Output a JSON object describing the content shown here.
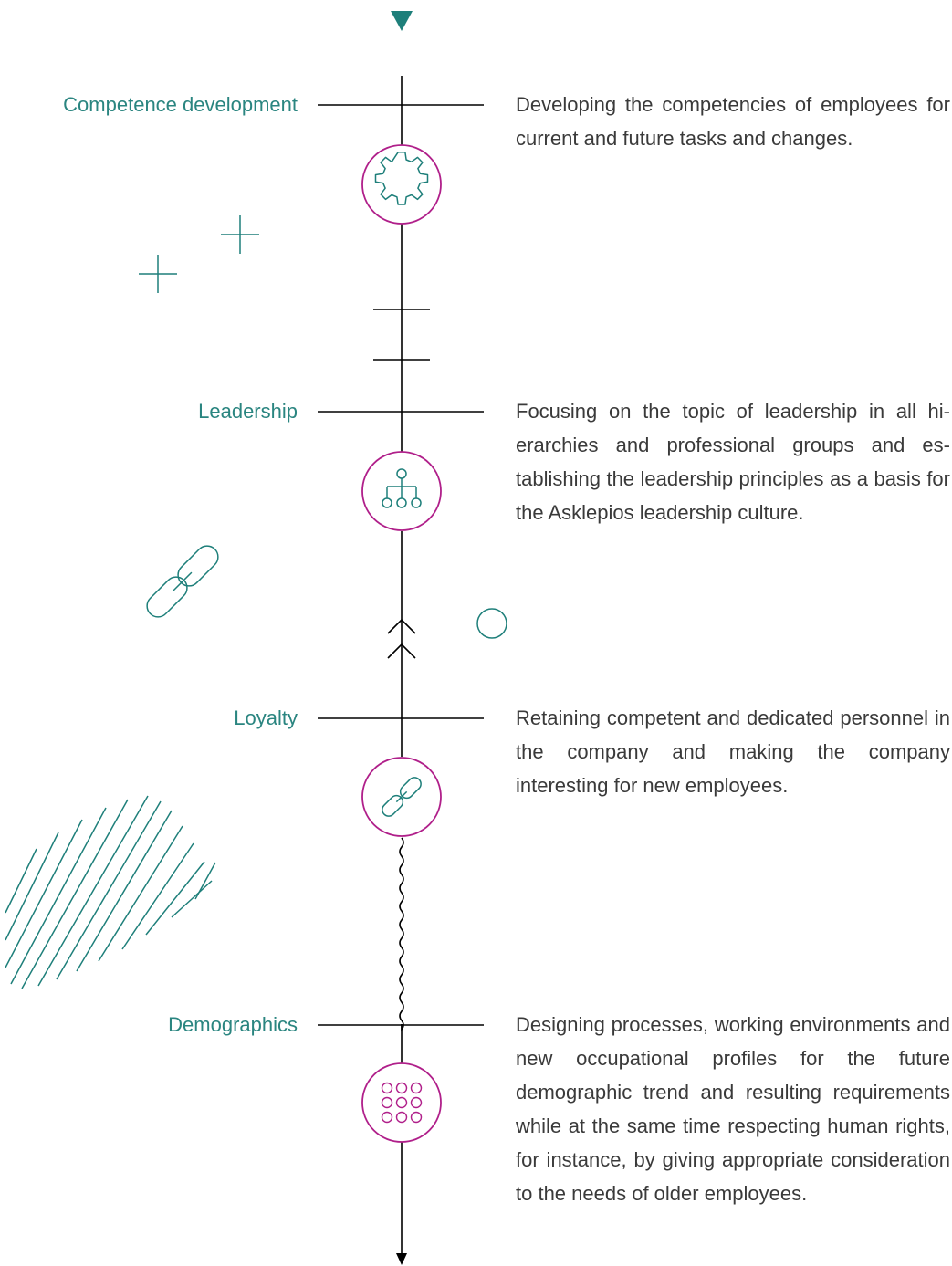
{
  "colors": {
    "accent_teal": "#1e7f7a",
    "accent_magenta": "#b01f8a",
    "line": "#000000",
    "text": "#3a3a3a"
  },
  "decorations": [
    "down-arrow-icon",
    "plus-icon",
    "plus-icon",
    "chain-link-icon",
    "circle-icon",
    "hatch-pattern"
  ],
  "items": [
    {
      "label": "Competence development",
      "description": "Developing the competencies of employees for current and future tasks and changes.",
      "icon": "gear-icon"
    },
    {
      "label": "Leadership",
      "description": "Focusing on the topic of leadership in all hi­erarchies and professional groups and es­tablishing the leadership principles as a basis for the Asklepios leadership culture.",
      "icon": "org-chart-icon"
    },
    {
      "label": "Loyalty",
      "description": "Retaining competent and dedicated per­sonnel in the company and making the com­pany interesting for new employees.",
      "icon": "chain-link-icon"
    },
    {
      "label": "Demographics",
      "description": "Designing processes, working environ­ments and new occupational profiles for the future demographic trend and resulting re­quirements while at the same time respect­ing human rights, for instance, by giving appropriate consideration to the needs of older employees.",
      "icon": "dot-grid-icon"
    }
  ]
}
